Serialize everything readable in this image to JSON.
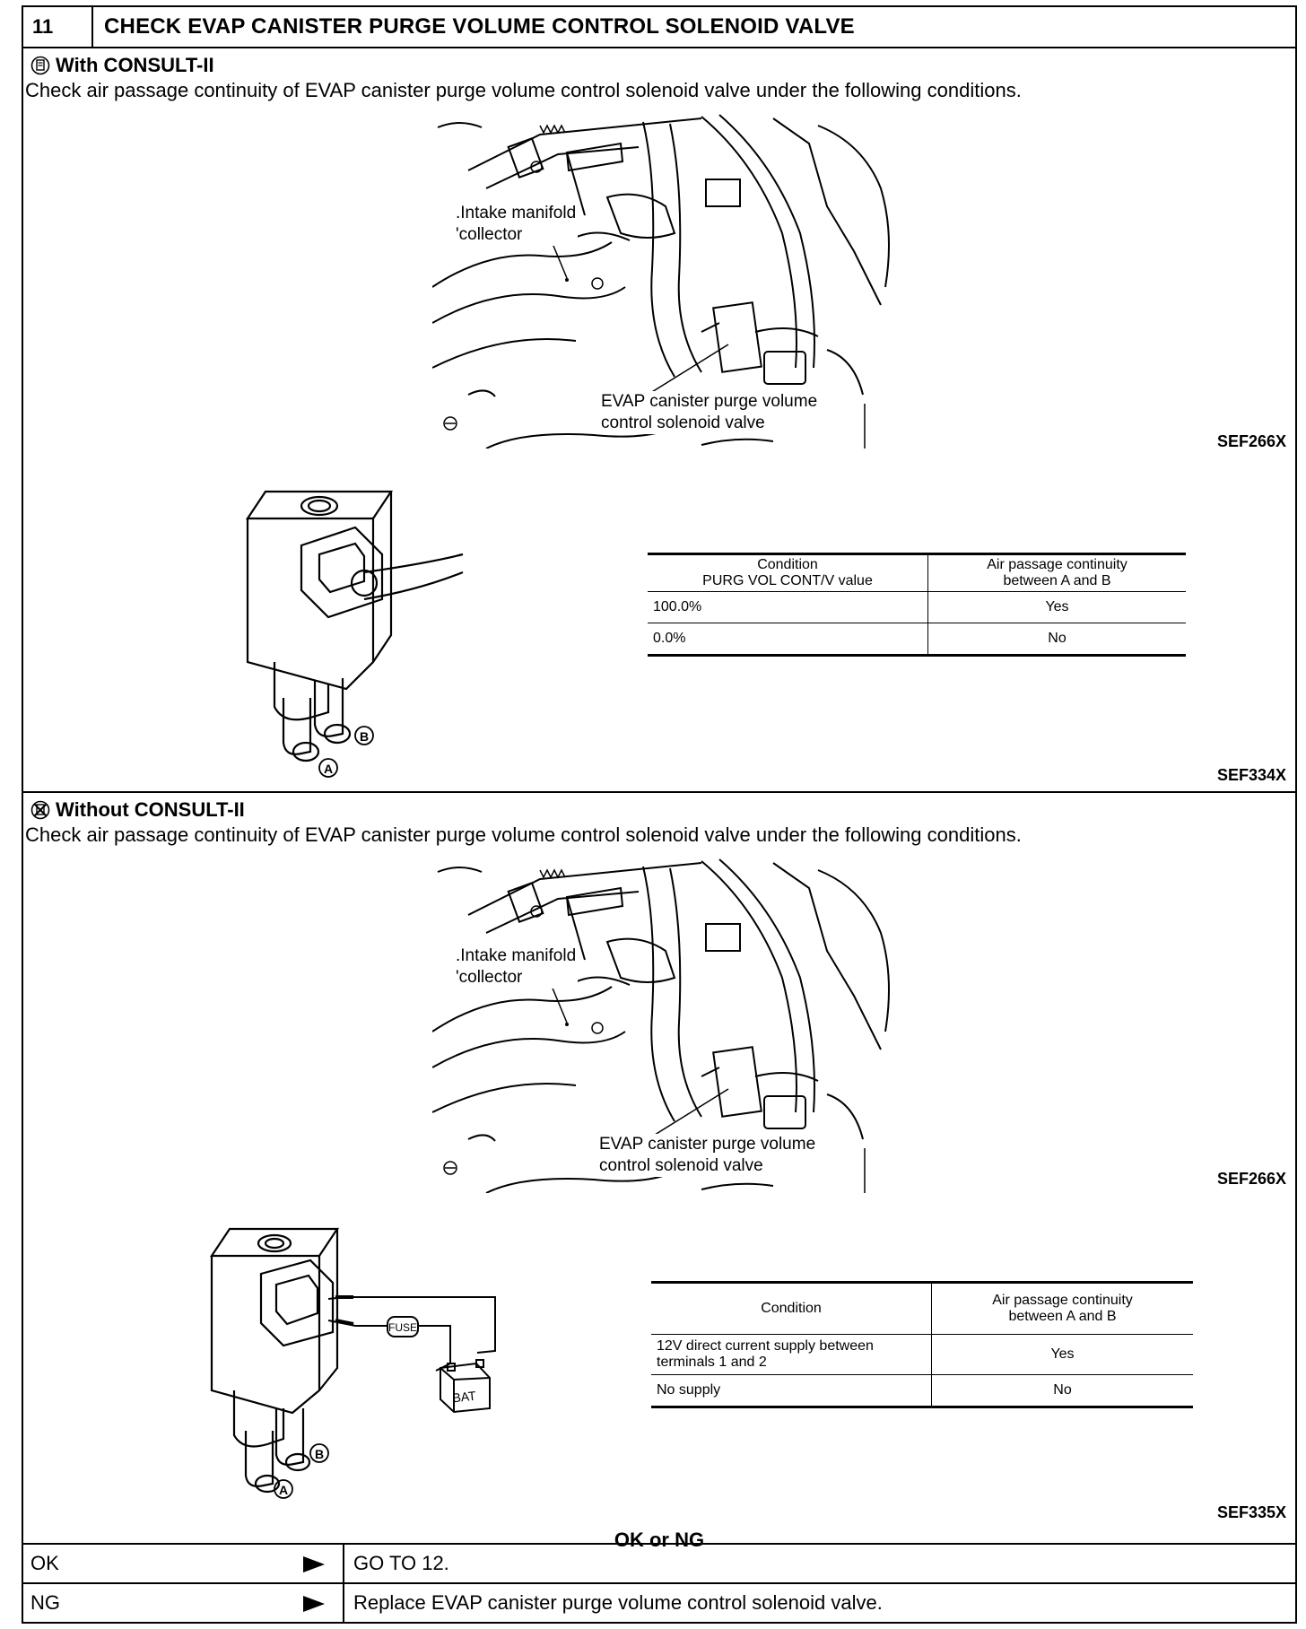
{
  "header": {
    "step_number": "11",
    "title": "CHECK EVAP CANISTER PURGE VOLUME CONTROL SOLENOID VALVE"
  },
  "with_consult": {
    "heading": "With CONSULT-II",
    "instruction": "Check air passage continuity of EVAP canister purge volume control solenoid valve under the following conditions.",
    "photo": {
      "label_intake": ".Intake manifold\n'collector",
      "label_valve": "EVAP canister purge volume\ncontrol solenoid valve",
      "code": "SEF266X"
    },
    "valve_fig": {
      "port_a": "A",
      "port_b": "B",
      "code": "SEF334X"
    },
    "table": {
      "headers": [
        "Condition\nPURG VOL CONT/V value",
        "Air passage continuity\nbetween A and B"
      ],
      "rows": [
        [
          "100.0%",
          "Yes"
        ],
        [
          "0.0%",
          "No"
        ]
      ]
    }
  },
  "without_consult": {
    "heading": "Without CONSULT-II",
    "instruction": "Check air passage continuity of EVAP canister purge volume control solenoid valve under the following conditions.",
    "photo": {
      "label_intake": ".Intake manifold\n'collector",
      "label_valve": "EVAP canister purge volume\ncontrol solenoid valve",
      "code": "SEF266X"
    },
    "valve_fig": {
      "port_a": "A",
      "port_b": "B",
      "fuse": "FUSE",
      "bat": "BAT",
      "code": "SEF335X"
    },
    "table": {
      "headers": [
        "Condition",
        "Air passage continuity\nbetween A and B"
      ],
      "rows": [
        [
          "12V direct current supply between\nterminals 1 and 2",
          "Yes"
        ],
        [
          "No supply",
          "No"
        ]
      ]
    }
  },
  "ok_or_ng": "OK or NG",
  "results": [
    {
      "key": "OK",
      "value": "GO TO 12."
    },
    {
      "key": "NG",
      "value": "Replace EVAP canister purge volume control solenoid valve."
    }
  ]
}
